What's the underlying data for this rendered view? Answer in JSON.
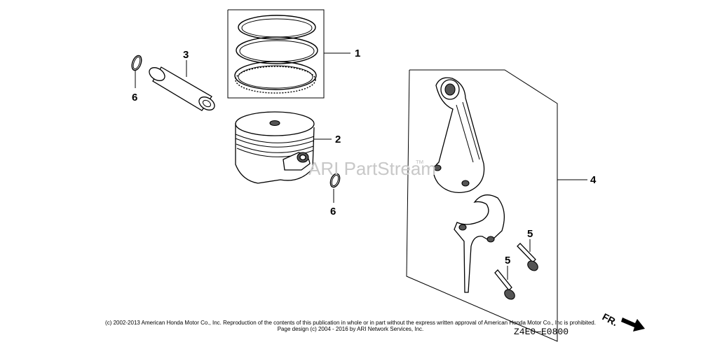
{
  "diagram": {
    "callouts": {
      "c1": "1",
      "c2": "2",
      "c3": "3",
      "c4": "4",
      "c5a": "5",
      "c5b": "5",
      "c6a": "6",
      "c6b": "6"
    },
    "watermark": "ARI PartStream",
    "watermark_tm": "™",
    "direction_label": "FR.",
    "diagram_code": "Z4E0—E0800",
    "copyright_line1": "(c) 2002-2013 American Honda Motor Co., Inc. Reproduction of the contents of this publication in whole or in part without the express written approval of American Honda Motor Co., Inc is prohibited.",
    "copyright_line2": "Page design (c) 2004 - 2016 by ARI Network Services, Inc."
  }
}
